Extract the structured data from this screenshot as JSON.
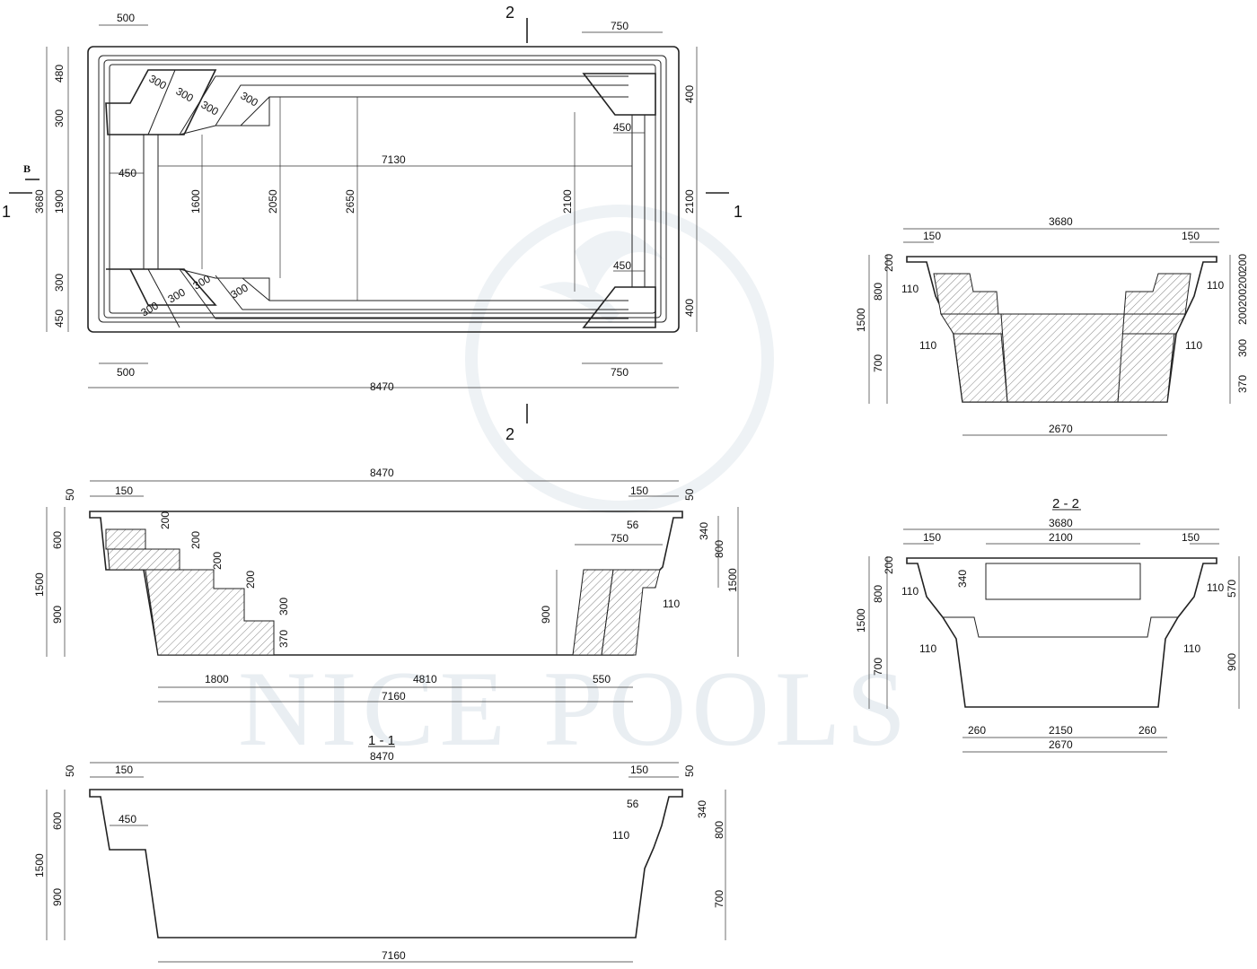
{
  "watermark": {
    "brand": "NICE POOLS"
  },
  "plan": {
    "sec2_top": "2",
    "sec2_bottom": "2",
    "sec1_left": "1",
    "sec1_right": "1",
    "view_b": "B",
    "dims": {
      "top_500": "500",
      "top_750": "750",
      "left_480": "480",
      "left_300_a": "300",
      "left_1900": "1900",
      "left_300_b": "300",
      "left_450": "450",
      "left_3680": "3680",
      "steps_tl_1": "300",
      "steps_tl_2": "300",
      "steps_tl_3": "300",
      "steps_tl_4": "300",
      "steps_bl_1": "300",
      "steps_bl_2": "300",
      "steps_bl_3": "300",
      "steps_bl_4": "300",
      "inner_450": "450",
      "d_7130": "7130",
      "d_1600": "1600",
      "d_2050": "2050",
      "d_2650": "2650",
      "d_2100_in": "2100",
      "d_450_tr": "450",
      "d_450_br": "450",
      "right_400_a": "400",
      "right_2100": "2100",
      "right_400_b": "400",
      "bot_500": "500",
      "bot_750": "750",
      "bot_8470": "8470"
    }
  },
  "long_section": {
    "d_8470": "8470",
    "d_50_l": "50",
    "d_150_l": "150",
    "d_150_r": "150",
    "d_50_r": "50",
    "d_200_a": "200",
    "d_200_b": "200",
    "d_200_c": "200",
    "d_200_d": "200",
    "d_300": "300",
    "d_370": "370",
    "d_600": "600",
    "d_1500": "1500",
    "d_900": "900",
    "d_56": "56",
    "d_750": "750",
    "d_340": "340",
    "d_800": "800",
    "d_1500_r": "1500",
    "d_110": "110",
    "d_900_r": "900",
    "d_1800": "1800",
    "d_4810": "4810",
    "d_550": "550",
    "d_7160": "7160"
  },
  "section_11": {
    "title": "1 - 1",
    "d_8470": "8470",
    "d_50_l": "50",
    "d_150_l": "150",
    "d_150_r": "150",
    "d_50_r": "50",
    "d_600": "600",
    "d_450": "450",
    "d_1500": "1500",
    "d_900": "900",
    "d_56": "56",
    "d_340": "340",
    "d_110": "110",
    "d_800": "800",
    "d_700": "700",
    "d_7160": "7160"
  },
  "cross_section_b": {
    "d_3680": "3680",
    "d_150_l": "150",
    "d_150_r": "150",
    "d_200_l": "200",
    "d_110_l1": "110",
    "d_800": "800",
    "d_1500": "1500",
    "d_110_l2": "110",
    "d_700": "700",
    "d_200_r1": "200",
    "d_200_r2": "200",
    "d_200_r3": "200",
    "d_200_r4": "200",
    "d_110_r1": "110",
    "d_110_r2": "110",
    "d_300": "300",
    "d_370": "370",
    "d_2670": "2670"
  },
  "section_22": {
    "title": "2 - 2",
    "d_3680": "3680",
    "d_150_l": "150",
    "d_2100": "2100",
    "d_150_r": "150",
    "d_200": "200",
    "d_110_l1": "110",
    "d_340": "340",
    "d_800": "800",
    "d_1500": "1500",
    "d_110_l2": "110",
    "d_700": "700",
    "d_110_r1": "110",
    "d_570": "570",
    "d_110_r2": "110",
    "d_900": "900",
    "d_260_l": "260",
    "d_2150": "2150",
    "d_260_r": "260",
    "d_2670": "2670"
  }
}
